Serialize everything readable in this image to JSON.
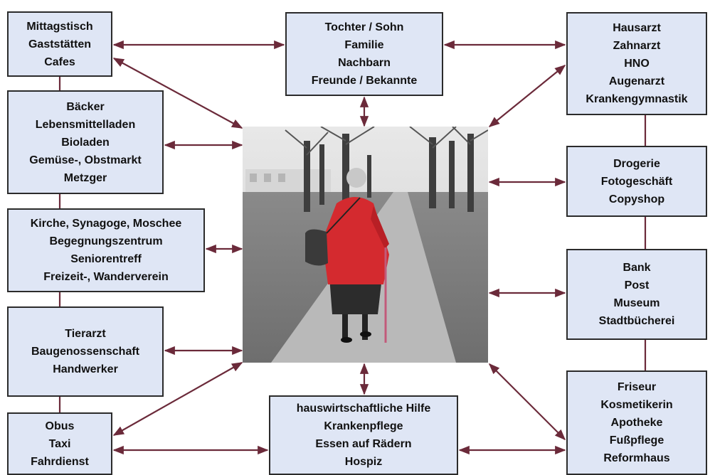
{
  "boxes": {
    "left1": [
      "Mittagstisch",
      "Gaststätten",
      "Cafes"
    ],
    "left2": [
      "Bäcker",
      "Lebensmittelladen",
      "Bioladen",
      "Gemüse-, Obstmarkt",
      "Metzger"
    ],
    "left3": [
      "Kirche, Synagoge, Moschee",
      "Begegnungszentrum",
      "Seniorentreff",
      "Freizeit-, Wanderverein"
    ],
    "left4": [
      "Tierarzt",
      "Baugenossenschaft",
      "Handwerker"
    ],
    "left5": [
      "Obus",
      "Taxi",
      "Fahrdienst"
    ],
    "top": [
      "Tochter / Sohn",
      "Familie",
      "Nachbarn",
      "Freunde / Bekannte"
    ],
    "right1": [
      "Hausarzt",
      "Zahnarzt",
      "HNO",
      "Augenarzt",
      "Krankengymnastik"
    ],
    "right2": [
      "Drogerie",
      "Fotogeschäft",
      "Copyshop"
    ],
    "right3": [
      "Bank",
      "Post",
      "Museum",
      "Stadtbücherei"
    ],
    "right4": [
      "Friseur",
      "Kosmetikerin",
      "Apotheke",
      "Fußpflege",
      "Reformhaus"
    ],
    "bottom": [
      "hauswirtschaftliche Hilfe",
      "Krankenpflege",
      "Essen auf Rädern",
      "Hospiz"
    ]
  },
  "colors": {
    "box_fill": "#dfe6f5",
    "box_border": "#2b2b2b",
    "connector": "#6b2a3a",
    "coat": "#d42a2f"
  },
  "center_image": {
    "icon": "elderly-woman-red-coat-walking-photo"
  }
}
